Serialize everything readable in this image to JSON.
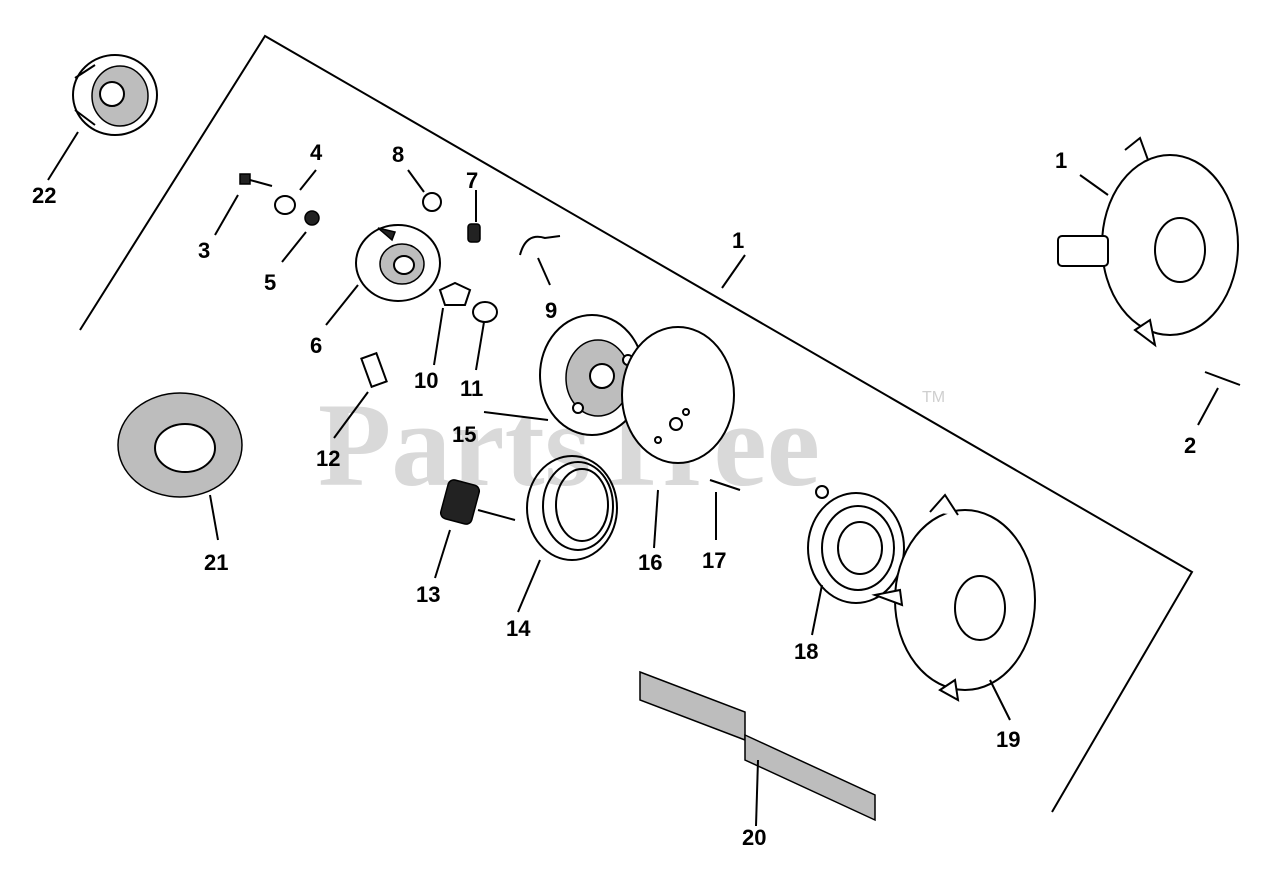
{
  "watermark": {
    "text": "PartsTree",
    "trademark": "TM"
  },
  "callouts": [
    "1",
    "2",
    "3",
    "4",
    "5",
    "6",
    "7",
    "8",
    "9",
    "10",
    "11",
    "12",
    "13",
    "14",
    "15",
    "16",
    "17",
    "18",
    "19",
    "20",
    "21",
    "22"
  ],
  "callout_1_repeat": "1",
  "colors": {
    "ink": "#000000",
    "watermark": "#d9d9d9",
    "background": "#ffffff"
  }
}
